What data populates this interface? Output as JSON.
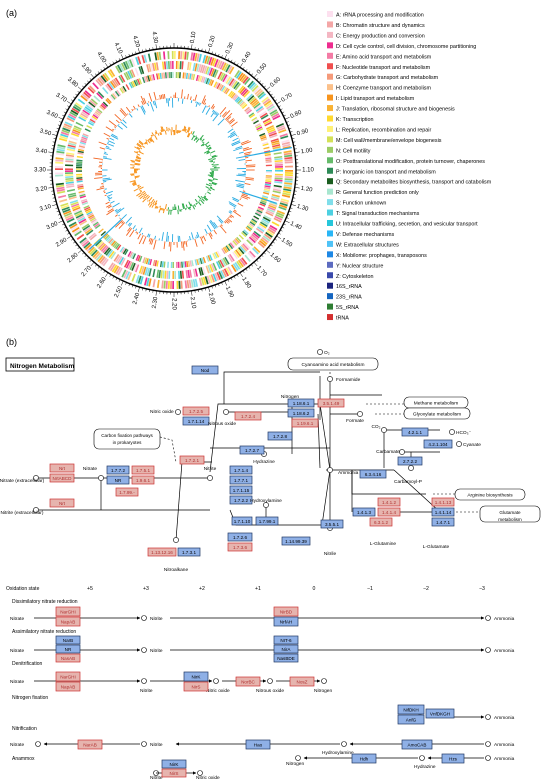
{
  "panel_a_label": "(a)",
  "panel_b_label": "(b)",
  "genome_ticks": [
    "0.10",
    "0.20",
    "0.30",
    "0.40",
    "0.50",
    "0.60",
    "0.70",
    "0.80",
    "0.90",
    "1.00",
    "1.10",
    "1.20",
    "1.30",
    "1.40",
    "1.50",
    "1.60",
    "1.70",
    "1.80",
    "1.90",
    "2.00",
    "2.10",
    "2.20",
    "2.30",
    "2.40",
    "2.50",
    "2.60",
    "2.70",
    "2.80",
    "2.90",
    "3.00",
    "3.10",
    "3.20",
    "3.30",
    "3.40",
    "3.50",
    "3.60",
    "3.70",
    "3.80",
    "3.90",
    "4.00",
    "4.10",
    "4.20",
    "4.30"
  ],
  "legend": [
    {
      "label": "A: rRNA processing and modification",
      "color": "#fde0ef"
    },
    {
      "label": "B: Chromatin structure and dynamics",
      "color": "#f4a6a6"
    },
    {
      "label": "C: Energy production and conversion",
      "color": "#f4b6c2"
    },
    {
      "label": "D: Cell cycle control, cell division, chromosome partitioning",
      "color": "#ee2c8f"
    },
    {
      "label": "E: Amino acid transport and metabolism",
      "color": "#f47ba5"
    },
    {
      "label": "F: Nucleotide transport and metabolism",
      "color": "#f04e4e"
    },
    {
      "label": "G: Carbohydrate transport and metabolism",
      "color": "#f59a7a"
    },
    {
      "label": "H: Coenzyme transport and metabolism",
      "color": "#fbc08a"
    },
    {
      "label": "I: Lipid transport and metabolism",
      "color": "#f7941d"
    },
    {
      "label": "J: Translation, ribosomal structure and biogenesis",
      "color": "#f9b233"
    },
    {
      "label": "K: Transcription",
      "color": "#ffd92f"
    },
    {
      "label": "L: Replication, recombination and repair",
      "color": "#fff176"
    },
    {
      "label": "M: Cell wall/membrane/envelope biogenesis",
      "color": "#d4e157"
    },
    {
      "label": "N: Cell motility",
      "color": "#9ccc65"
    },
    {
      "label": "O: Posttranslational modification, protein turnover, chaperones",
      "color": "#66bb6a"
    },
    {
      "label": "P: Inorganic ion transport and metabolism",
      "color": "#2e8b57"
    },
    {
      "label": "Q: Secondary metabolites biosynthesis, transport and catabolism",
      "color": "#1b5e20"
    },
    {
      "label": "R: General function prediction only",
      "color": "#a8e6cf"
    },
    {
      "label": "S: Function unknown",
      "color": "#80deea"
    },
    {
      "label": "T: Signal transduction mechanisms",
      "color": "#4dd0e1"
    },
    {
      "label": "U: Intracellular trafficking, secretion, and vesicular transport",
      "color": "#26c6da"
    },
    {
      "label": "V: Defense mechanisms",
      "color": "#29b6f6"
    },
    {
      "label": "W: Extracellular structures",
      "color": "#4fc3f7"
    },
    {
      "label": "X: Mobilome: prophages, transposons",
      "color": "#1e88e5"
    },
    {
      "label": "Y: Nuclear structure",
      "color": "#5c6bc0"
    },
    {
      "label": "Z: Cytoskeleton",
      "color": "#3949ab"
    },
    {
      "label": "16S_rRNA",
      "color": "#1a237e"
    },
    {
      "label": "23S_rRNA",
      "color": "#1565c0"
    },
    {
      "label": "5S_rRNA",
      "color": "#2e7d32"
    },
    {
      "label": "tRNA",
      "color": "#d32f2f"
    }
  ],
  "colors": {
    "enzyme_found": "#8fb0e6",
    "enzyme_absent": "#e6b4ae",
    "border_red": "#cc3333",
    "gc_orange": "#f26522",
    "gc_blue": "#29abe2",
    "skew_green": "#2eaa4a",
    "skew_orange": "#f7941d"
  },
  "map": {
    "title": "Nitrogen Metabolism",
    "pathways": {
      "cyanoamino": "Cyanoamino acid metabolism",
      "methane": "Methane metabolism",
      "glyoxylate": "Glyoxylate metabolism",
      "carbon_fix": "Carbon fixation pathways in prokaryotes",
      "arginine": "Arginine biosynthesis",
      "glutamate": "Glutamate metabolism"
    },
    "compounds": {
      "o2": "O₂",
      "formamide": "Formamide",
      "formate": "Formate",
      "nitrogen": "Nitrogen",
      "nitric_oxide": "Nitric oxide",
      "nitrous_oxide": "Nitrous oxide",
      "hydrazine": "Hydrazine",
      "co2": "CO₂",
      "hco3": "HCO₃⁻",
      "cyanate": "Cyanate",
      "carbamate": "Carbamate",
      "carbamoyl_p": "Carbamoyl-P",
      "ammonia": "Ammonia",
      "nitrate": "Nitrate",
      "nitrate_ext": "Nitrate (extracellular)",
      "nitrite_ext": "Nitrite (extracellular)",
      "nitrite": "Nitrite",
      "nitroalkane": "Nitroalkane",
      "hydroxylamine": "Hydroxylamine",
      "l_glutamine": "L-Glutamine",
      "l_glutamate": "L-Glutamate",
      "nitrile": "Nitrile"
    },
    "enzymes": {
      "nod": "Nod",
      "e1_7_2_5": "1.7.2.5",
      "e1_7_1_14": "1.7.1.14",
      "e1_18_6_1": "1.18.6.1",
      "e1_18_6_2": "1.18.6.2",
      "e1_19_6_1": "1.19.6.1",
      "e3_5_1_49": "3.5.1.49",
      "e1_7_2_4": "1.7.2.4",
      "e1_7_2_8": "1.7.2.8",
      "e1_7_2_7": "1.7.2.7",
      "e4_2_1_1": "4.2.1.1",
      "e4_2_1_104": "4.2.1.104",
      "e2_7_2_2": "2.7.2.2",
      "e6_3_4_16": "6.3.4.16",
      "e1_7_2_1": "1.7.2.1",
      "nrt": "Nrt",
      "nrtabcd": "NrtABCD",
      "nrt2": "Nrt",
      "e1_7_7_2": "1.7.7.2",
      "nr": "NR",
      "e1_7_5_1": "1.7.5.1",
      "e1_9_6_1": "1.9.6.1",
      "e1_7_99": "1.7.99.-",
      "e1_7_1_4": "1.7.1.4",
      "e1_7_7_1": "1.7.7.1",
      "e1_7_1_15": "1.7.1.15",
      "e1_7_2_2": "1.7.2.2",
      "e1_7_1_10": "1.7.1.10",
      "e1_7_99_1": "1.7.99.1",
      "e1_7_2_6": "1.7.2.6",
      "e1_7_3_6": "1.7.3.6",
      "e1_13_12_16": "1.13.12.16",
      "e1_7_3_1": "1.7.3.1",
      "e1_14_99_39": "1.14.99.39",
      "e1_4_1_2": "1.4.1.2",
      "e1_4_1_3": "1.4.1.3",
      "e1_4_1_4": "1.4.1.4",
      "e6_3_1_2": "6.3.1.2",
      "e1_4_1_13": "1.4.1.13",
      "e1_4_1_14": "1.4.1.14",
      "e1_4_7_1": "1.4.7.1",
      "e3_5_5_1": "3.5.5.1"
    },
    "oxidation_label": "Oxidation state",
    "oxidation_states": [
      "+5",
      "+3",
      "+2",
      "+1",
      "0",
      "−1",
      "−2",
      "−3"
    ],
    "modules": {
      "dnra": "Dissimilatory nitrate reduction",
      "anra": "Assimilatory nitrate reduction",
      "denit": "Denitrification",
      "nfix": "Nitrogen fixation",
      "nitrif": "Nitrification",
      "anammox": "Anammox"
    },
    "module_enzymes": {
      "narghi": "NarGHI",
      "napab": "NapAB",
      "nirbd": "NirBD",
      "nrfah": "NrfAH",
      "narb": "NarB",
      "nr2": "NR",
      "nasab": "NasAB",
      "nit6": "NIT-6",
      "nira": "NirA",
      "nasbde": "NasBDE",
      "narghi2": "NarGHI",
      "napab2": "NapAB",
      "nirk": "NirK",
      "nirs": "NirS",
      "norbc": "NorBC",
      "nosz": "NosZ",
      "nifdkh": "NifDKH",
      "vnfdkgh": "VnfDKGH",
      "anfg": "AnfG",
      "narab": "NarAB",
      "hao": "Hao",
      "amocab": "AmoCAB",
      "hdh": "Hdh",
      "hzs": "Hzs",
      "nirk2": "NirK",
      "nirs2": "NirS"
    }
  }
}
